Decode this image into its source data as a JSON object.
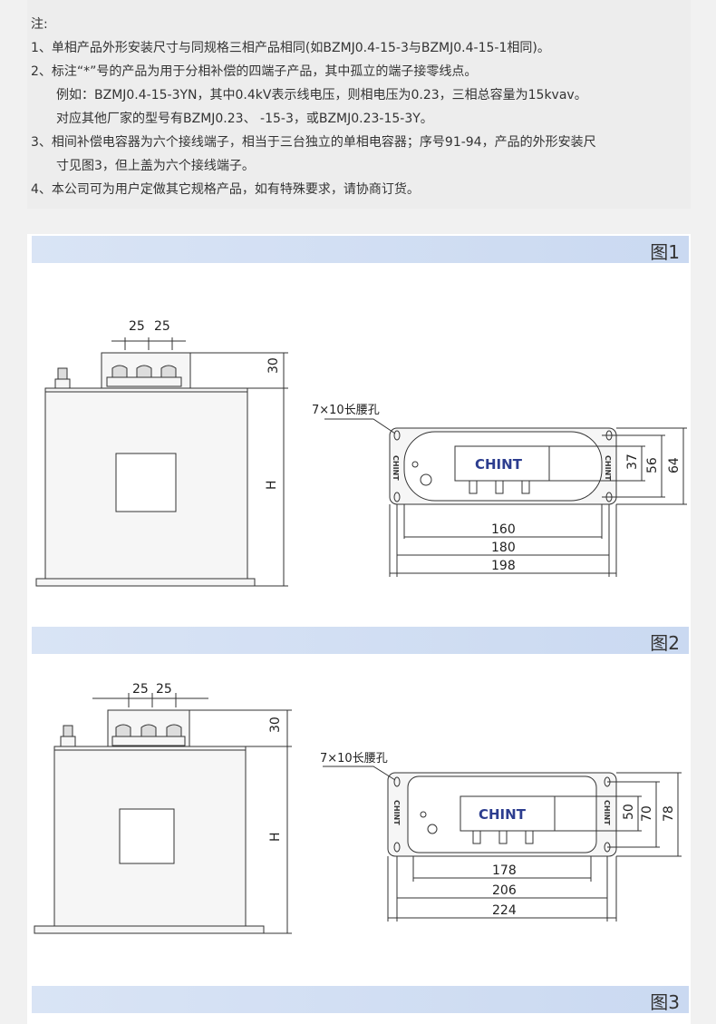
{
  "notes": {
    "heading": "注:",
    "lines": [
      "1、单相产品外形安装尺寸与同规格三相产品相同(如BZMJ0.4-15-3与BZMJ0.4-15-1相同)。",
      "2、标注“*”号的产品为用于分相补偿的四端子产品，其中孤立的端子接零线点。",
      "例如：BZMJ0.4-15-3YN，其中0.4kV表示线电压，则相电压为0.23，三相总容量为15kvav。",
      "对应其他厂家的型号有BZMJ0.23、 -15-3，或BZMJ0.23-15-3Y。",
      "3、相间补偿电容器为六个接线端子，相当于三台独立的单相电容器；序号91-94，产品的外形安装尺",
      "寸见图3，但上盖为六个接线端子。",
      "4、本公司可为用户定做其它规格产品，如有特殊要求，请协商订货。"
    ]
  },
  "figures": {
    "fig1": {
      "label": "图1",
      "side_top_dims": [
        "25",
        "25"
      ],
      "side_height_dim": "30",
      "side_H": "H",
      "slot_label": "7×10长腰孔",
      "brand": "CHINT",
      "width_dims": [
        "160",
        "180",
        "198"
      ],
      "height_dims": [
        "37",
        "56",
        "64"
      ]
    },
    "fig2": {
      "label": "图2",
      "side_top_dims": [
        "25",
        "25"
      ],
      "side_height_dim": "30",
      "side_H": "H",
      "slot_label": "7×10长腰孔",
      "brand": "CHINT",
      "width_dims": [
        "178",
        "206",
        "224"
      ],
      "height_dims": [
        "50",
        "70",
        "78"
      ]
    },
    "fig3": {
      "label": "图3"
    }
  }
}
